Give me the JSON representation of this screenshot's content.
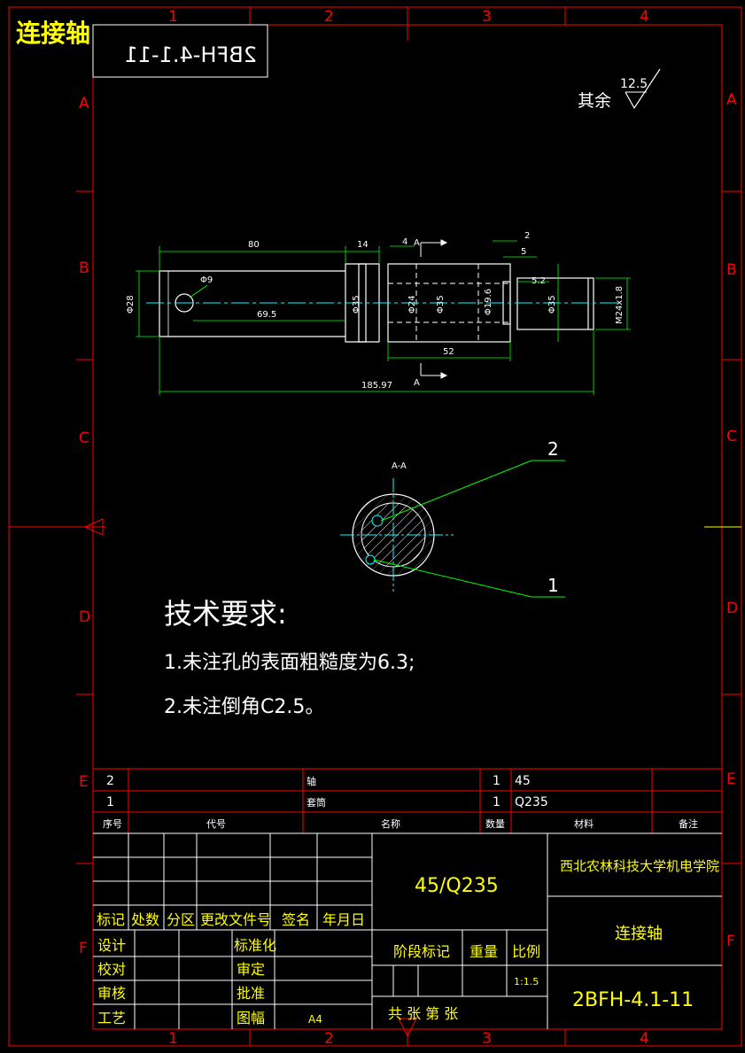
{
  "title_label": "连接轴",
  "drawing_code_mirrored": "2BFH-4.1-11",
  "roughness": {
    "label": "其余",
    "value": "12.5"
  },
  "zone_columns": [
    "1",
    "2",
    "3",
    "4"
  ],
  "zone_rows": [
    "A",
    "B",
    "C",
    "D",
    "E",
    "F"
  ],
  "dimensions": {
    "d80": "80",
    "d14": "14",
    "d4": "4",
    "d2": "2",
    "d5": "5",
    "d52b": "5.2",
    "d28": "Φ28",
    "d9": "Φ9",
    "d695": "69.5",
    "d35a": "Φ35",
    "d24": "Φ24",
    "d35b": "Φ35",
    "d196": "Φ19.6",
    "d35c": "Φ35",
    "m24": "M24x1.8",
    "d52": "52",
    "d18597": "185.97",
    "sec_top": "A",
    "sec_bottom": "A"
  },
  "section": {
    "label": "A-A",
    "leader_top": "2",
    "leader_bottom": "1"
  },
  "tech": {
    "title": "技术要求:",
    "req1": "1.未注孔的表面粗糙度为6.3;",
    "req2": "2.未注倒角C2.5。"
  },
  "bom": {
    "rows": [
      {
        "seq": "2",
        "code": "",
        "name": "轴",
        "qty": "1",
        "material": "45",
        "note": ""
      },
      {
        "seq": "1",
        "code": "",
        "name": "套筒",
        "qty": "1",
        "material": "Q235",
        "note": ""
      }
    ],
    "headers": {
      "seq": "序号",
      "code": "代号",
      "name": "名称",
      "qty": "数量",
      "material": "材料",
      "note": "备注"
    }
  },
  "title_block": {
    "material": "45/Q235",
    "school": "西北农林科技大学机电学院",
    "part_name": "连接轴",
    "drawing_no": "2BFH-4.1-11",
    "rev_headers": [
      "标记",
      "处数",
      "分区",
      "更改文件号",
      "签名",
      "年月日"
    ],
    "roles_left": [
      "设计",
      "校对",
      "审核",
      "工艺"
    ],
    "roles_right": [
      "标准化",
      "审定",
      "批准",
      "图幅"
    ],
    "sheet_size": "A4",
    "stage_label": "阶段标记",
    "weight_label": "重量",
    "scale_label": "比例",
    "scale_value": "1:1.5",
    "sheets": "共   张  第   张"
  },
  "colors": {
    "frame": "#ff0000",
    "outline": "#ffffff",
    "dim": "#00ff00",
    "center": "#00ffff",
    "text": "#ffff00",
    "background": "#000000"
  }
}
